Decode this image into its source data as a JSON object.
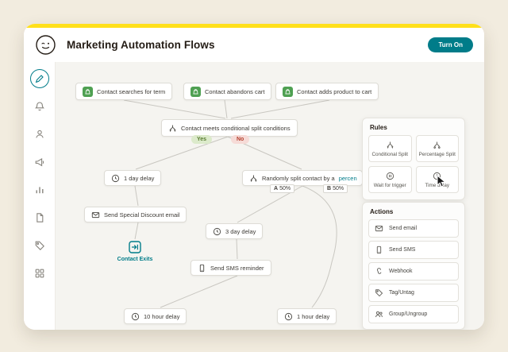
{
  "colors": {
    "accent_yellow": "#ffe01b",
    "brand_teal": "#007c89",
    "yes_green": "#587d31",
    "no_red": "#b4402e",
    "trigger_green": "#4fa052"
  },
  "header": {
    "title": "Marketing Automation Flows",
    "turn_on_label": "Turn On"
  },
  "sidebar": {
    "icons": [
      "edit",
      "notifications",
      "audience",
      "campaigns",
      "analytics",
      "content",
      "tags",
      "integrations"
    ]
  },
  "flow": {
    "triggers": [
      {
        "label": "Contact searches for term"
      },
      {
        "label": "Contact abandons cart"
      },
      {
        "label": "Contact adds product to cart"
      }
    ],
    "conditional_split": {
      "label": "Contact meets conditional split conditions",
      "yes_label": "Yes",
      "no_label": "No"
    },
    "delay_1day": {
      "label": "1 day delay"
    },
    "random_split": {
      "label": "Randomly split contact by a ",
      "link_text": "percen",
      "branch_a": "A",
      "branch_a_value": "50%",
      "branch_b": "B",
      "branch_b_value": "50%"
    },
    "send_email": {
      "label": "Send Special Discount email"
    },
    "contact_exit": {
      "label": "Contact Exits"
    },
    "delay_3day": {
      "label": "3 day delay"
    },
    "send_sms": {
      "label": "Send SMS reminder"
    },
    "delay_10hour": {
      "label": "10 hour delay"
    },
    "delay_1hour": {
      "label": "1 hour delay"
    }
  },
  "panel": {
    "rules": {
      "title": "Rules",
      "tiles": [
        {
          "label": "Conditional Split",
          "icon": "conditional-split-icon"
        },
        {
          "label": "Percentage Split",
          "icon": "percentage-split-icon"
        },
        {
          "label": "Wait for trigger",
          "icon": "wait-for-trigger-icon"
        },
        {
          "label": "Time delay",
          "icon": "time-delay-icon"
        }
      ]
    },
    "actions": {
      "title": "Actions",
      "items": [
        {
          "label": "Send email",
          "icon": "send-email-icon"
        },
        {
          "label": "Send SMS",
          "icon": "send-sms-icon"
        },
        {
          "label": "Webhook",
          "icon": "webhook-icon"
        },
        {
          "label": "Tag/Untag",
          "icon": "tag-icon"
        },
        {
          "label": "Group/Ungroup",
          "icon": "group-icon"
        }
      ]
    }
  }
}
